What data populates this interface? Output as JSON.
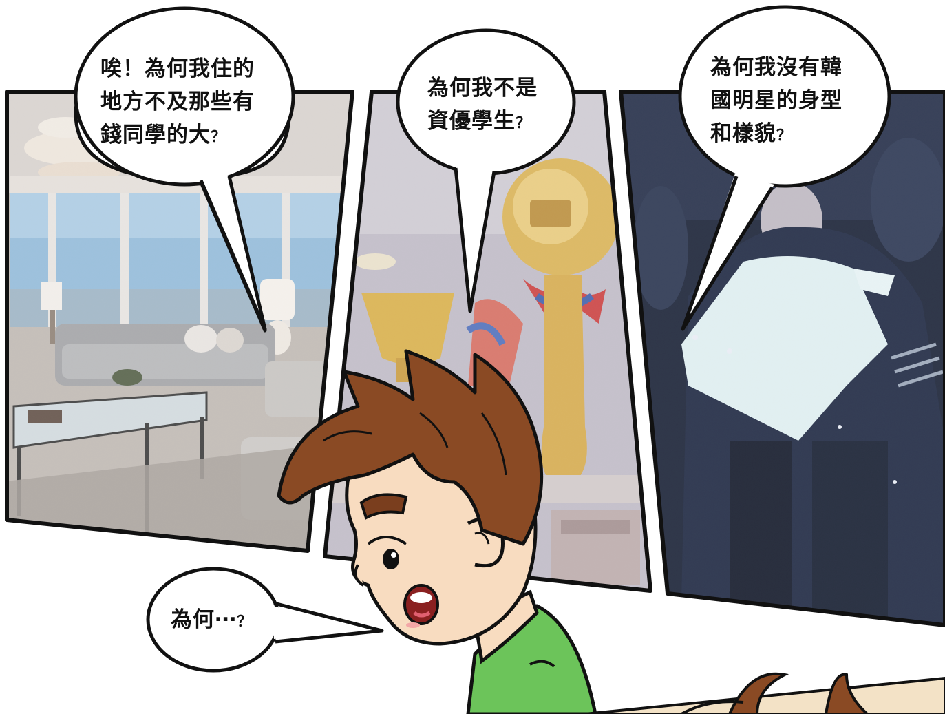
{
  "bubbles": {
    "living_room": {
      "line1": "唉！為何我住的",
      "line2": "地方不及那些有",
      "line3": "錢同學的大",
      "mark": "？"
    },
    "trophy": {
      "line1": "為何我不是",
      "line2": "資優學生",
      "mark": "？"
    },
    "idol": {
      "line1": "為何我沒有韓",
      "line2": "國明星的身型",
      "line3": "和樣貌",
      "mark": "？"
    },
    "boy": {
      "text": "為何⋯",
      "mark": "？"
    }
  },
  "panels": {
    "left": {
      "subject": "luxury-living-room"
    },
    "middle": {
      "subject": "golden-trophies"
    },
    "right": {
      "subject": "k-pop-star"
    }
  },
  "colors": {
    "outline": "#111111",
    "boy_hair": "#8a4a24",
    "boy_skin": "#f8dcc0",
    "boy_shirt": "#6cc45a",
    "sky": "#8fb8d8",
    "gold": "#d8b050",
    "idol_dark": "#1c2438"
  }
}
